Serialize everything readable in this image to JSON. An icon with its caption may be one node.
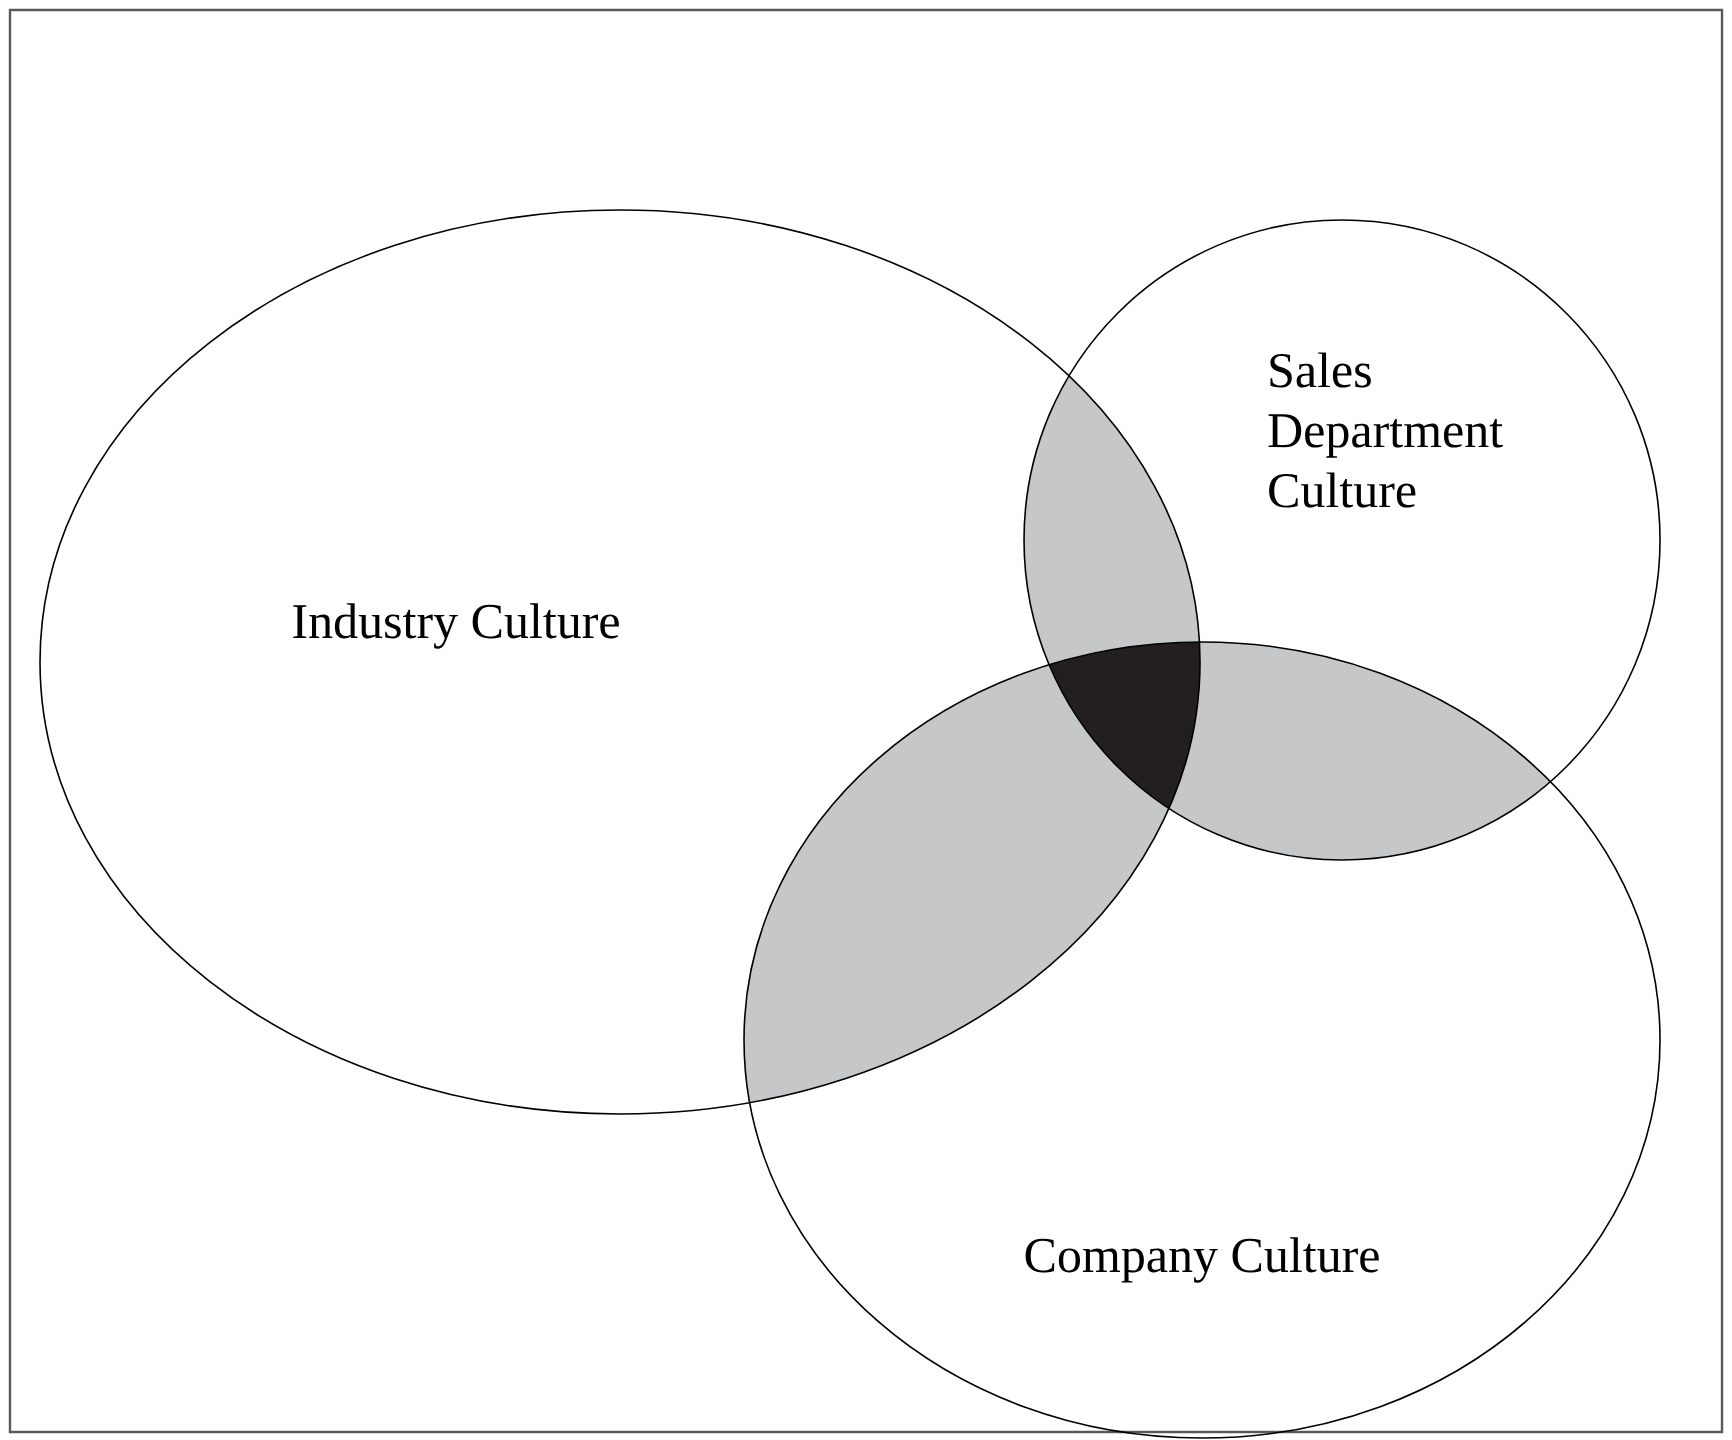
{
  "diagram": {
    "nodes": [
      {
        "text": [
          "Industry Culture"
        ]
      },
      {
        "text": [
          "Sales Department Culture"
        ]
      },
      {
        "text": [
          "Company Culture"
        ]
      }
    ]
  }
}
